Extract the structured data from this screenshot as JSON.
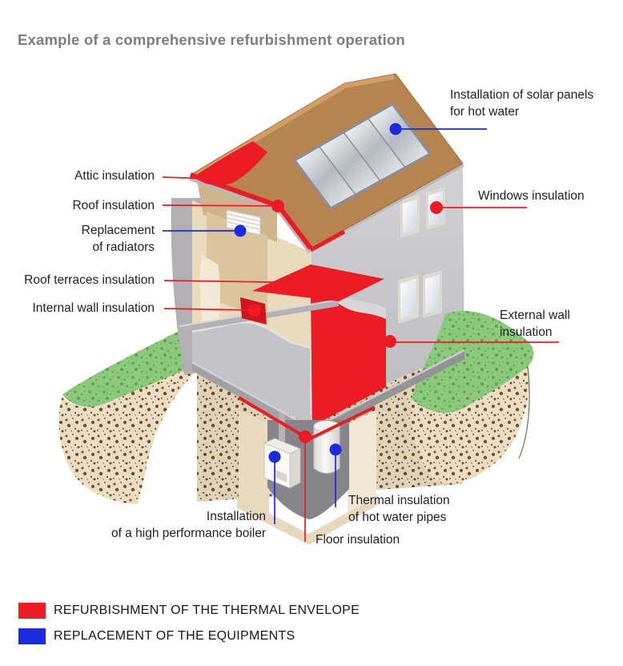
{
  "title": "Example of a comprehensive refurbishment operation",
  "labels": {
    "solar_panels": {
      "line1": "Installation of solar panels",
      "line2": "for hot water"
    },
    "attic": "Attic insulation",
    "roof": "Roof insulation",
    "radiators": {
      "line1": "Replacement",
      "line2": "of radiators"
    },
    "roof_terraces": "Roof terraces insulation",
    "internal_wall": "Internal wall insulation",
    "windows": "Windows insulation",
    "external_wall": {
      "line1": "External wall",
      "line2": "insulation"
    },
    "boiler": {
      "line1": "Installation",
      "line2": "of a high performance boiler"
    },
    "hot_water_pipes": {
      "line1": "Thermal insulation",
      "line2": "of hot water pipes"
    },
    "floor": "Floor insulation"
  },
  "legend": {
    "items": [
      {
        "label": "REFURBISHMENT OF THE THERMAL ENVELOPE",
        "color": "#ed1c24"
      },
      {
        "label": "REPLACEMENT OF THE EQUIPMENTS",
        "color": "#1c2bdf"
      }
    ]
  },
  "colors": {
    "envelope_red": "#ed1c24",
    "equipment_blue": "#1c2bdf",
    "roof_brown": "#b78350",
    "grass_green": "#8cc97e",
    "soil_beige": "#eadfc6",
    "wall_gray": "#c9c9cb"
  }
}
